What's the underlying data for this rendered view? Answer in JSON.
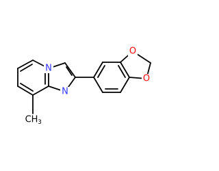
{
  "molecule": {
    "atoms": {
      "n_bridge": {
        "symbol": "N",
        "color": "#3333ff"
      },
      "n_imine": {
        "symbol": "N",
        "color": "#3333ff"
      },
      "o_top": {
        "symbol": "O",
        "color": "#ff0000"
      },
      "o_bottom": {
        "symbol": "O",
        "color": "#ff0000"
      },
      "methyl": {
        "symbol": "CH",
        "subscript": "3",
        "color": "#000000"
      }
    },
    "bond_color": "#000000",
    "background": "#ffffff"
  }
}
